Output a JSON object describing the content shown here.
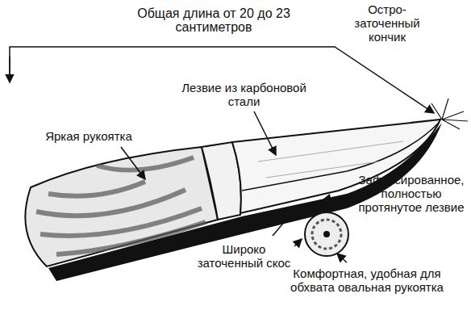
{
  "diagram": {
    "labels": [
      "Общая длина от 20 до 23 сантиметров",
      "Остро-заточенный кончик",
      "Лезвие из карбоновой стали",
      "Яркая рукоятка",
      "Зафиксированное, полностью протянутое лезвие",
      "Широко заточенный скос",
      "Комфортная, удобная для обхвата овальная рукоятка"
    ]
  }
}
